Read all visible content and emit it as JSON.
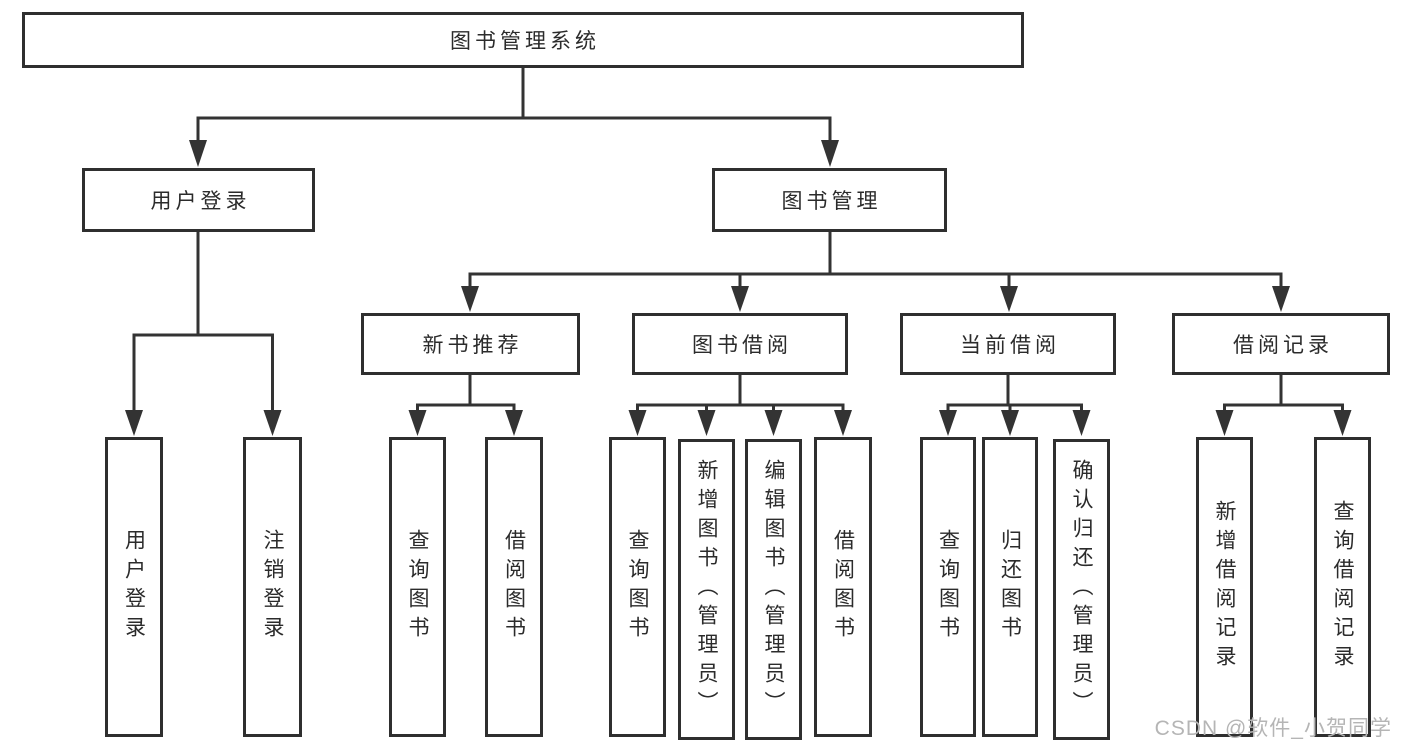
{
  "colors": {
    "line": "#333333",
    "box_border": "#2f2f2f",
    "text": "#2b2b2b",
    "background": "#ffffff",
    "watermark": "#b5b5b5"
  },
  "tree": {
    "label": "图书管理系统",
    "children": [
      {
        "label": "用户登录",
        "children": [
          {
            "label": "用户登录"
          },
          {
            "label": "注销登录"
          }
        ]
      },
      {
        "label": "图书管理",
        "children": [
          {
            "label": "新书推荐",
            "children": [
              {
                "label": "查询图书"
              },
              {
                "label": "借阅图书"
              }
            ]
          },
          {
            "label": "图书借阅",
            "children": [
              {
                "label": "查询图书"
              },
              {
                "label": "新增图书（管理员）"
              },
              {
                "label": "编辑图书（管理员）"
              },
              {
                "label": "借阅图书"
              }
            ]
          },
          {
            "label": "当前借阅",
            "children": [
              {
                "label": "查询图书"
              },
              {
                "label": "归还图书"
              },
              {
                "label": "确认归还（管理员）"
              }
            ]
          },
          {
            "label": "借阅记录",
            "children": [
              {
                "label": "新增借阅记录"
              },
              {
                "label": "查询借阅记录"
              }
            ]
          }
        ]
      }
    ]
  },
  "watermark": {
    "text": "CSDN @软件_小贺同学"
  }
}
